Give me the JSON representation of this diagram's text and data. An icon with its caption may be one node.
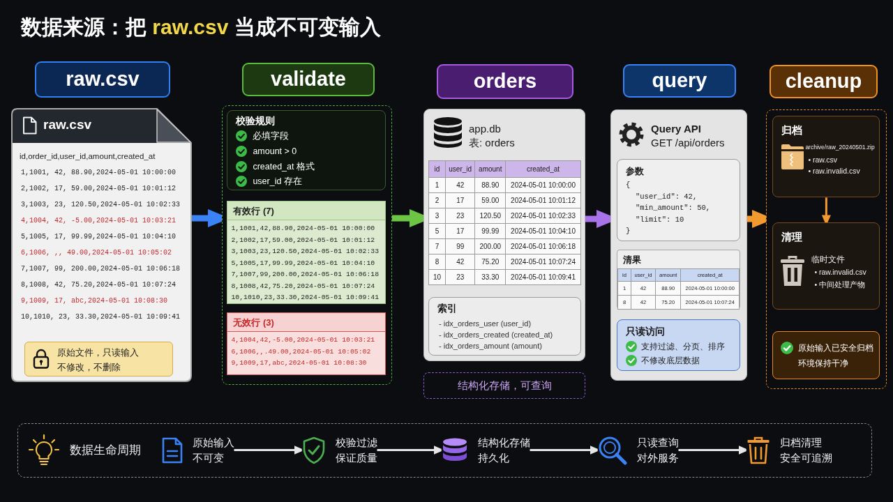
{
  "diagram": {
    "title": "数据来源：把 **raw.csv** 当成不可变输入",
    "nodes": [
      {
        "text": [
          "raw.csv"
        ]
      },
      {
        "text": [
          "raw.csv",
          "id,order_id,user_id,amount,created_at",
          "1,1001, 42, 88.90,2024-05-01 10:00:00",
          "2,1002, 17, 59.00,2024-05-01 10:01:12",
          "3,1003, 23, 120.50,2024-05-01 10:02:33",
          "4,1004, 42, -5.00,2024-05-01 10:03:21",
          "5,1005, 17, 99.99,2024-05-01 10:04:10",
          "6,1006, ,, 49.00,2024-05-01 10:05:02",
          "7,1007, 99, 200.00,2024-05-01 10:06:18",
          "8,1008, 42, 75.20,2024-05-01 10:07:24",
          "9,1009, 17, abc,2024-05-01 10:08:30",
          "10,1010, 23, 33.30,2024-05-01 10:09:41"
        ]
      },
      {
        "text": [
          "原始文件，只读输入",
          "不修改，不删除"
        ],
        "in": 1
      },
      {
        "text": [
          "validate"
        ]
      },
      {
        "text": [],
        "shape": "box"
      },
      {
        "text": [
          "校验规则",
          "必填字段",
          "amount > 0",
          "created_at 格式",
          "user_id 存在"
        ],
        "in": 4
      },
      {
        "text": [
          "有效行 (7)",
          "1,1001,42,88.90,2024-05-01 10:00:00",
          "2,1002,17,59.00,2024-05-01 10:01:12",
          "3,1003,23,120.50,2024-05-01 10:02:33",
          "5,1005,17,99.99,2024-05-01 10:04:10",
          "7,1007,99,200.00,2024-05-01 10:06:18",
          "8,1008,42,75.20,2024-05-01 10:07:24",
          "10,1010,23,33.30,2024-05-01 10:09:41"
        ],
        "in": 4
      },
      {
        "text": [
          "无效行 (3)",
          "4,1004,42,-5.00,2024-05-01 10:03:21",
          "6,1006,,.49.00,2024-05-01 10:05:02",
          "9,1009,17,abc,2024-05-01 10:08:30"
        ],
        "in": 4
      },
      {
        "text": [
          "orders"
        ]
      },
      {
        "text": [
          "app.db",
          "表: orders"
        ]
      },
      {
        "text": [
          "id",
          "user_id",
          "amount",
          "created_at",
          "1",
          "42",
          "88.90",
          "2024-05-01 10:00:00",
          "2",
          "17",
          "59.00",
          "2024-05-01 10:01:12",
          "3",
          "23",
          "120.50",
          "2024-05-01 10:02:33",
          "5",
          "17",
          "99.99",
          "2024-05-01 10:04:10",
          "7",
          "99",
          "200.00",
          "2024-05-01 10:06:18",
          "8",
          "42",
          "75.20",
          "2024-05-01 10:07:24",
          "10",
          "23",
          "33.30",
          "2024-05-01 10:09:41"
        ],
        "in": 9
      },
      {
        "text": [
          "索引",
          "- idx_orders_user (user_id)",
          "- idx_orders_created (created_at)",
          "- idx_orders_amount (amount)"
        ],
        "in": 9
      },
      {
        "text": [
          "结构化存储，可查询"
        ]
      },
      {
        "text": [
          "query"
        ]
      },
      {
        "text": [
          "Query API",
          "GET /api/orders"
        ]
      },
      {
        "text": [
          "参数",
          "{",
          "\"user_id\": 42,",
          "\"min_amount\": 50,",
          "\"limit\": 10",
          "}"
        ],
        "in": 14
      },
      {
        "text": [
          "清果",
          "id",
          "user_id",
          "amount",
          "created_at",
          "1",
          "42",
          "88.90",
          "2024-05-01 10:00:00",
          "8",
          "42",
          "75.20",
          "2024-05-01 10:07:24"
        ],
        "in": 14
      },
      {
        "text": [
          "只读访问",
          "支持过滤、分页、排序",
          "不修改底层数据"
        ],
        "in": 14
      },
      {
        "text": [
          "cleanup"
        ]
      },
      {
        "text": [],
        "shape": "box"
      },
      {
        "text": [
          "归档",
          "archive/raw_20240501.zip",
          "• raw.csv",
          "• raw.invalid.csv"
        ],
        "in": 19
      },
      {
        "text": [
          "清理",
          "临时文件",
          "• raw.invalid.csv",
          "• 中间处理产物"
        ],
        "in": 19
      },
      {
        "text": [
          "原始输入已安全归档",
          "环境保持干净"
        ],
        "in": 19
      },
      {
        "text": [
          "数据生命周期"
        ]
      },
      {
        "text": [
          "原始输入",
          "不可变"
        ],
        "in": 23
      },
      {
        "text": [
          "校验过滤",
          "保证质量"
        ],
        "in": 23
      },
      {
        "text": [
          "结构化存储",
          "持久化"
        ],
        "in": 23
      },
      {
        "text": [
          "只读查询",
          "对外服务"
        ],
        "in": 23
      },
      {
        "text": [
          "归档清理",
          "安全可追溯"
        ],
        "in": 23
      }
    ],
    "edges": [
      {
        "from": 1,
        "to": 4,
        "arrow": "to",
        "style": "thick",
        "color": "#3b82f6"
      },
      {
        "from": 4,
        "to": 9,
        "arrow": "to",
        "style": "thick",
        "color": "#6cc644"
      },
      {
        "from": 9,
        "to": 14,
        "arrow": "to",
        "style": "thick",
        "color": "#a872e8"
      },
      {
        "from": 14,
        "to": 19,
        "arrow": "to",
        "style": "thick",
        "color": "#f29a2e"
      },
      {
        "from": 20,
        "to": 21,
        "arrow": "to",
        "color": "#f29a2e"
      },
      {
        "from": 24,
        "to": 25,
        "arrow": "to"
      },
      {
        "from": 25,
        "to": 26,
        "arrow": "to"
      },
      {
        "from": 26,
        "to": 27,
        "arrow": "to"
      },
      {
        "from": 27,
        "to": 28,
        "arrow": "to"
      }
    ]
  }
}
